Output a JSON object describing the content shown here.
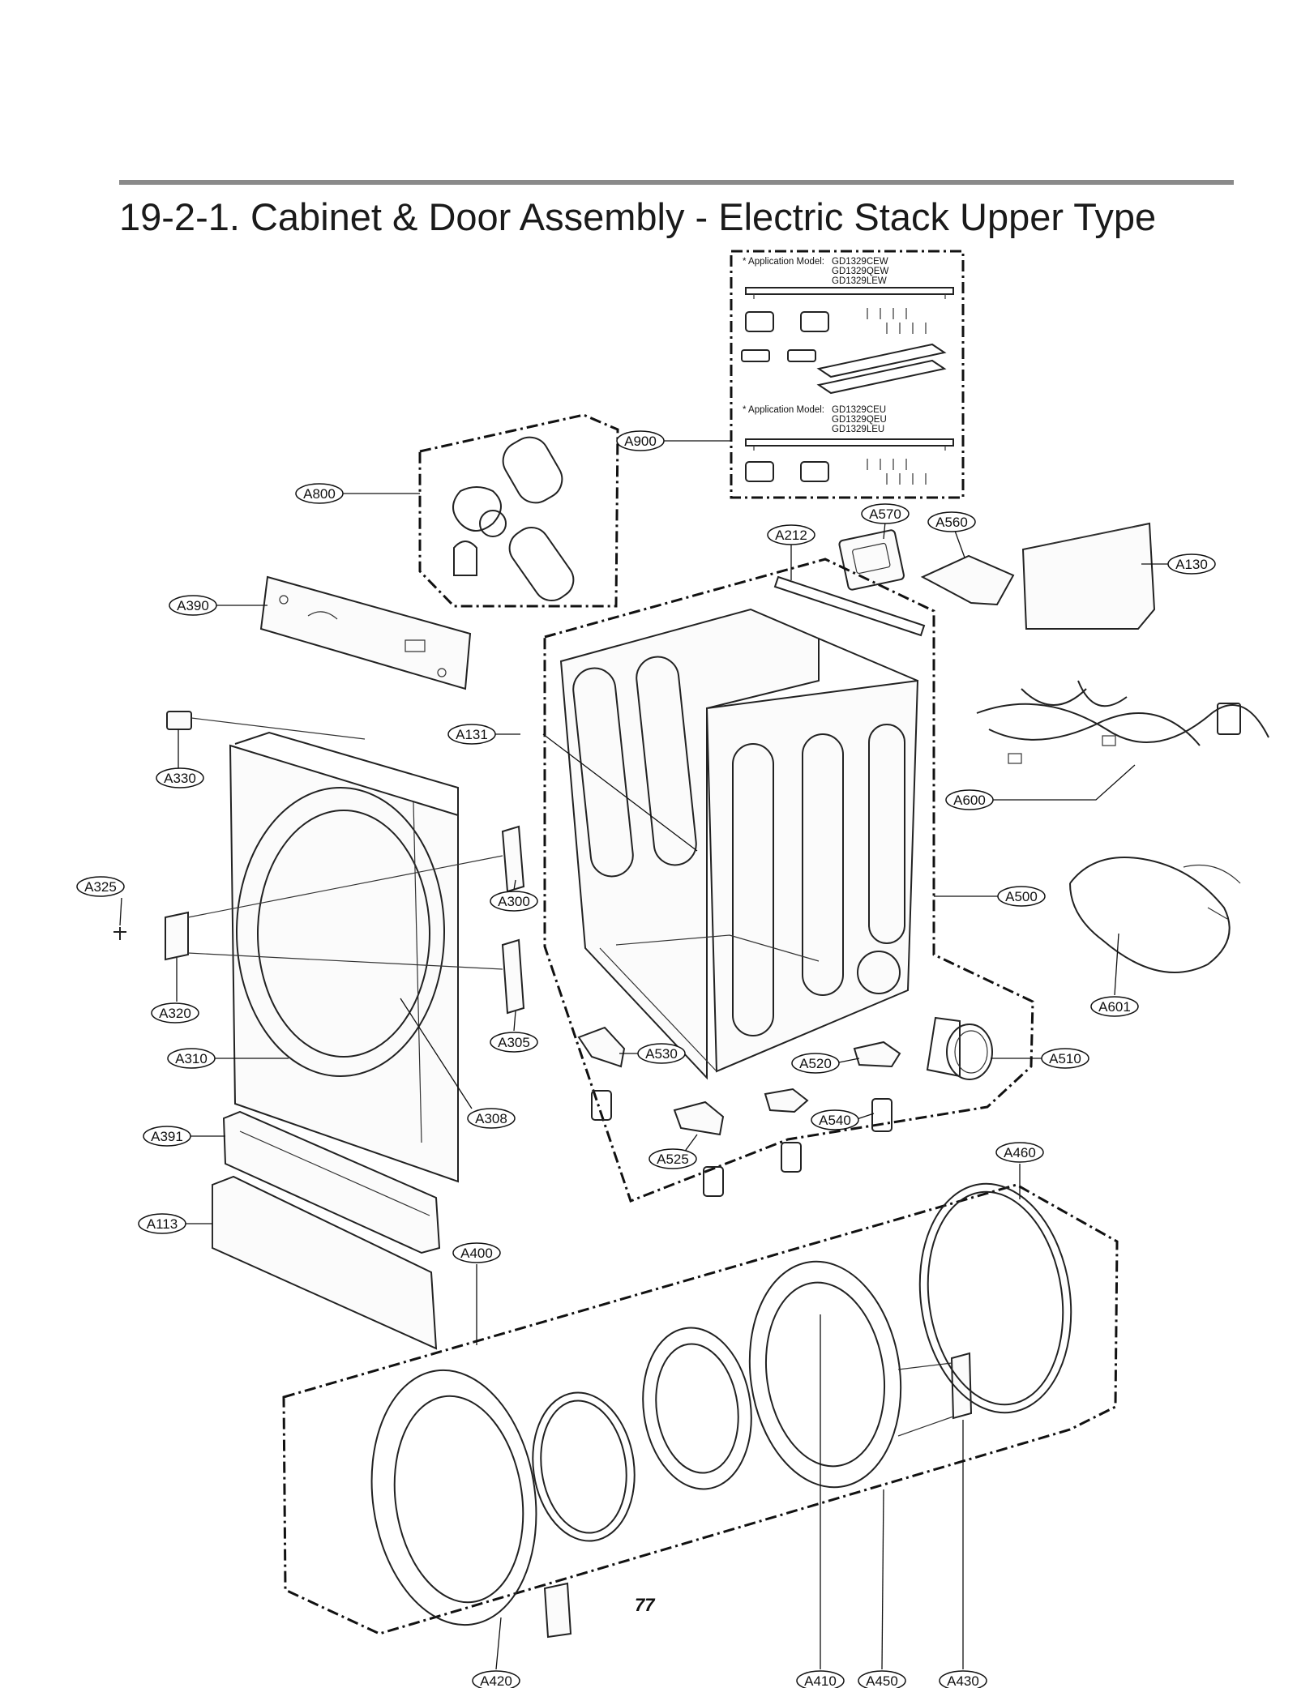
{
  "title": "19-2-1. Cabinet & Door Assembly - Electric Stack Upper Type",
  "page_number": "77",
  "application_notes": [
    {
      "prefix": "* Application Model:",
      "models": [
        "GD1329CEW",
        "GD1329QEW",
        "GD1329LEW"
      ]
    },
    {
      "prefix": "* Application Model:",
      "models": [
        "GD1329CEU",
        "GD1329QEU",
        "GD1329LEU"
      ]
    }
  ],
  "part_labels": [
    "A900",
    "A800",
    "A570",
    "A560",
    "A212",
    "A130",
    "A390",
    "A131",
    "A330",
    "A600",
    "A325",
    "A300",
    "A500",
    "A601",
    "A320",
    "A305",
    "A530",
    "A520",
    "A510",
    "A310",
    "A308",
    "A540",
    "A391",
    "A525",
    "A460",
    "A113",
    "A400",
    "A420",
    "A410",
    "A450",
    "A430"
  ]
}
